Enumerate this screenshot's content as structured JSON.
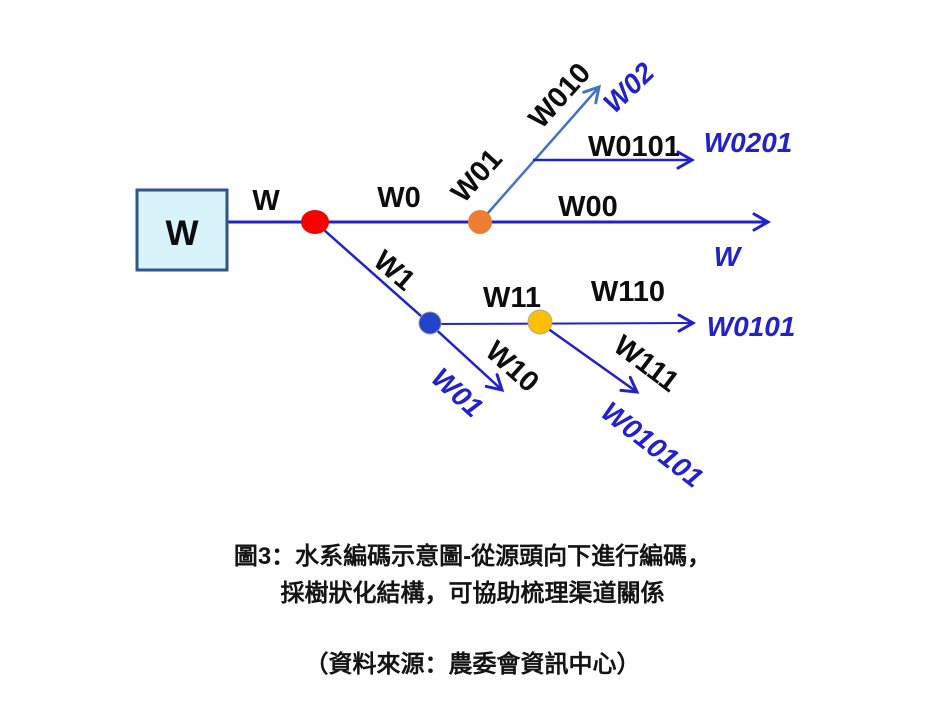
{
  "diagram": {
    "box_label": "W",
    "black_labels": {
      "w": "W",
      "w0": "W0",
      "w00": "W00",
      "w01": "W01",
      "w010": "W010",
      "w0101": "W0101",
      "w1": "W1",
      "w11": "W11",
      "w110": "W110",
      "w10": "W10",
      "w111": "W111"
    },
    "blue_labels": {
      "w02": "W02",
      "w0201": "W0201",
      "w_main": "W",
      "w0101": "W0101",
      "w01": "W01",
      "w010101": "W010101"
    },
    "colors": {
      "line_blue": "#2222cc",
      "diagonal_steel_blue": "#4472c4",
      "node_red": "#f60000",
      "node_orange": "#ed7d31",
      "node_blue": "#2244cc",
      "node_yellow": "#ffc000",
      "box_fill": "#d8f3f9",
      "box_border": "#31538f",
      "label_black": "#0d0d0d",
      "label_blue_italic": "#2222cc"
    }
  },
  "caption": {
    "line1": "圖3：水系編碼示意圖-從源頭向下進行編碼，",
    "line2": "採樹狀化結構，可協助梳理渠道關係",
    "source": "（資料來源：農委會資訊中心）"
  }
}
